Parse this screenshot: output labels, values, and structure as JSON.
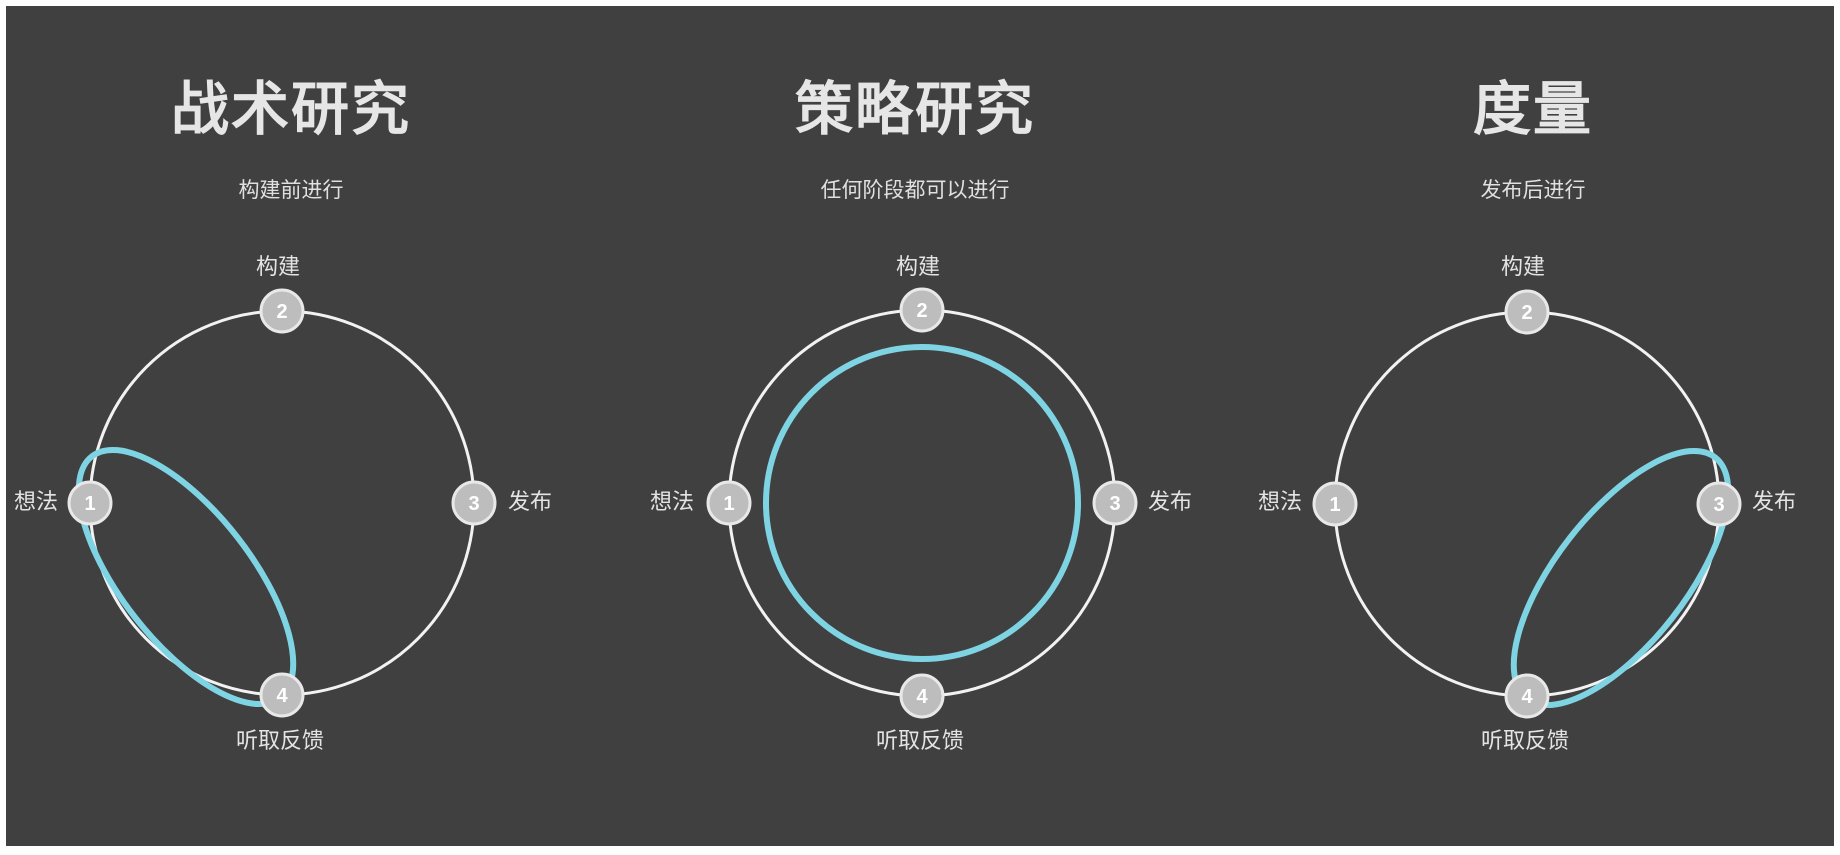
{
  "panels": [
    {
      "title": "战术研究",
      "subtitle": "构建前进行",
      "stages": {
        "top": {
          "num": "2",
          "label": "构建"
        },
        "left": {
          "num": "1",
          "label": "想法"
        },
        "right": {
          "num": "3",
          "label": "发布"
        },
        "bottom": {
          "num": "4",
          "label": "听取反馈"
        }
      },
      "highlight": "想法 → 听取反馈"
    },
    {
      "title": "策略研究",
      "subtitle": "任何阶段都可以进行",
      "stages": {
        "top": {
          "num": "2",
          "label": "构建"
        },
        "left": {
          "num": "1",
          "label": "想法"
        },
        "right": {
          "num": "3",
          "label": "发布"
        },
        "bottom": {
          "num": "4",
          "label": "听取反馈"
        }
      },
      "highlight": "全部阶段"
    },
    {
      "title": "度量",
      "subtitle": "发布后进行",
      "stages": {
        "top": {
          "num": "2",
          "label": "构建"
        },
        "left": {
          "num": "1",
          "label": "想法"
        },
        "right": {
          "num": "3",
          "label": "发布"
        },
        "bottom": {
          "num": "4",
          "label": "听取反馈"
        }
      },
      "highlight": "发布 → 听取反馈"
    }
  ],
  "colors": {
    "background": "#404040",
    "ring": "#f2f2f2",
    "node_fill": "#bdbdbd",
    "node_stroke": "#e8e8e8",
    "highlight": "#7fd4e4",
    "text": "#e4e4e4"
  }
}
